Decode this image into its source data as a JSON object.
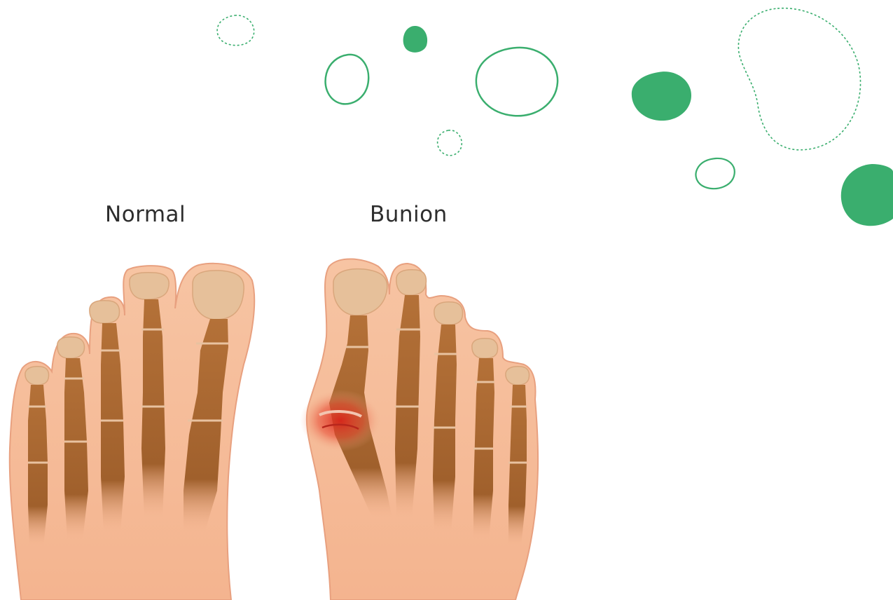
{
  "labels": {
    "normal": "Normal",
    "bunion": "Bunion"
  },
  "colors": {
    "accent_green": "#3aae6e",
    "skin": "#f5b895",
    "skin_outline": "#e8a07f",
    "bone": "#a8642e",
    "bone_light": "#c7884f",
    "inflammation": "#e63a2a"
  },
  "decorations": {
    "shapes": [
      "outline-blob",
      "filled-blob",
      "dotted-blob"
    ]
  }
}
